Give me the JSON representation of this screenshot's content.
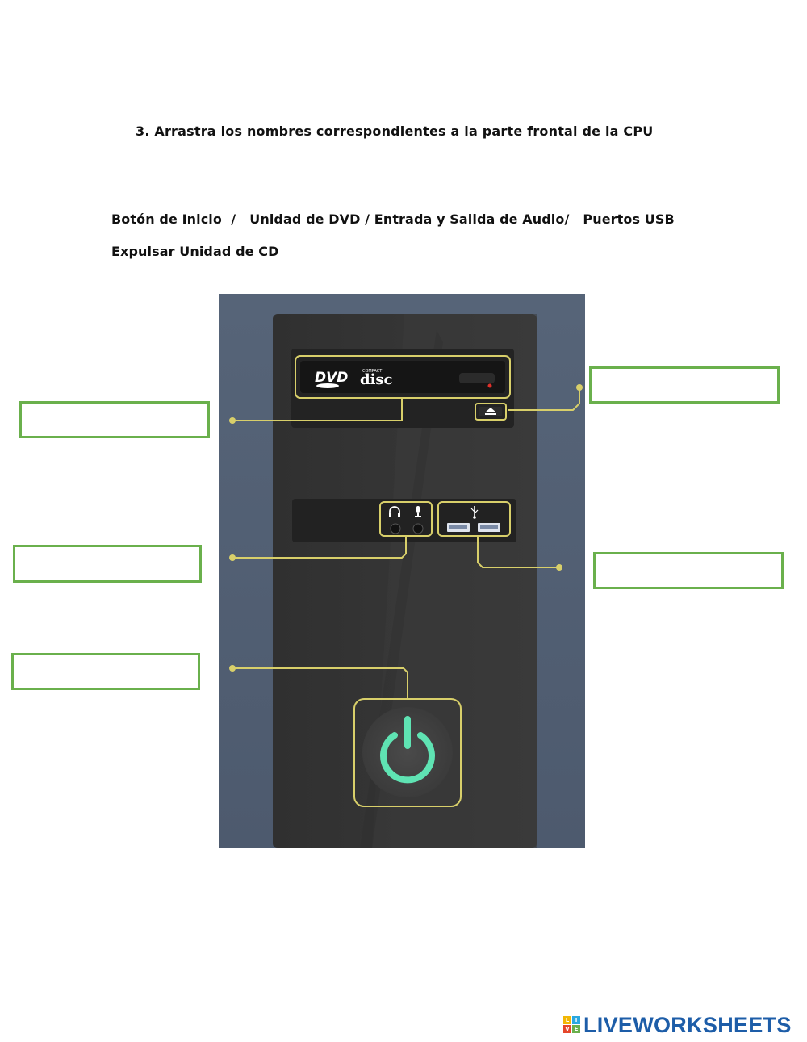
{
  "instruction": "3.  Arrastra los nombres correspondientes a la parte frontal de la CPU",
  "word_bank": {
    "line1": "Botón de Inicio  /   Unidad de DVD / Entrada y Salida de Audio/   Puertos USB",
    "line2": "Expulsar Unidad de CD"
  },
  "cpu_image": {
    "dvd_logo": "DVD",
    "disc_logo_small": "COMPACT",
    "disc_logo": "disc",
    "icons": [
      "eject-icon",
      "headphones-icon",
      "microphone-icon",
      "usb-icon",
      "power-icon"
    ]
  },
  "drop_zones": [
    {
      "id": "dvd",
      "value": ""
    },
    {
      "id": "eject",
      "value": ""
    },
    {
      "id": "audio",
      "value": ""
    },
    {
      "id": "usb",
      "value": ""
    },
    {
      "id": "power",
      "value": ""
    }
  ],
  "colors": {
    "drop_border": "#6ab04c",
    "connector": "#d8cf6a",
    "power_glow": "#5fe3b3",
    "brand": "#1d5da8"
  },
  "brand": {
    "name": "LIVEWORKSHEETS"
  }
}
